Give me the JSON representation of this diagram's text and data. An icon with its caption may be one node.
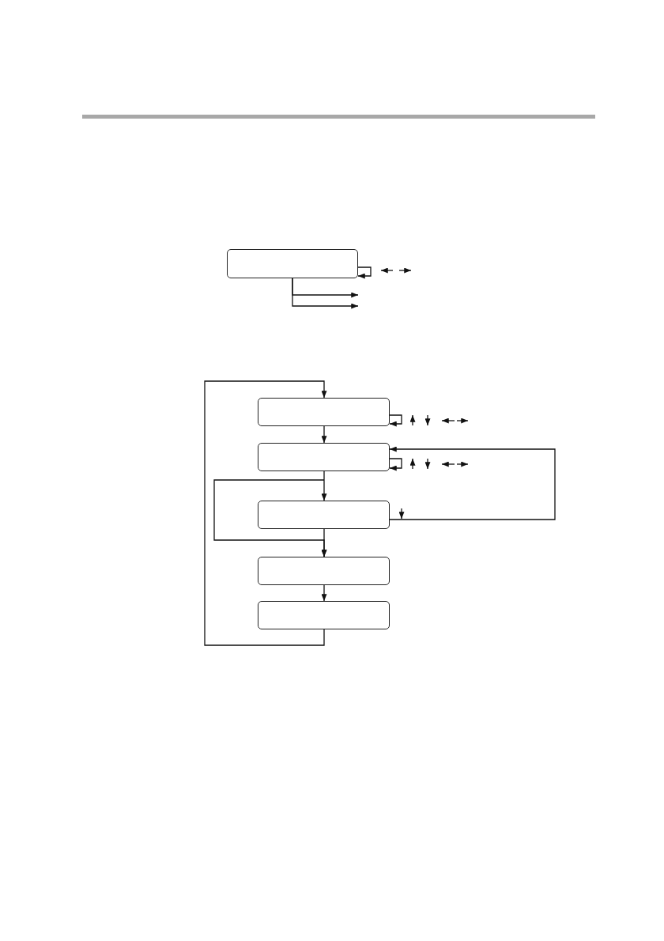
{
  "diagram": {
    "nodes": [
      {
        "text": [],
        "shape": "box"
      },
      {
        "text": [],
        "shape": "box"
      },
      {
        "text": [],
        "shape": "box"
      },
      {
        "text": [],
        "shape": "box"
      },
      {
        "text": [],
        "shape": "box"
      },
      {
        "text": [],
        "shape": "box"
      }
    ],
    "edges": [
      {
        "from": 0,
        "to": 0,
        "arrow": "to"
      },
      {
        "from": 0,
        "to": null,
        "arrow": "to"
      },
      {
        "from": 0,
        "to": null,
        "arrow": "to"
      },
      {
        "from": 1,
        "to": 1,
        "arrow": "to"
      },
      {
        "from": 1,
        "to": 2,
        "arrow": "to"
      },
      {
        "from": 2,
        "to": 2,
        "arrow": "to"
      },
      {
        "from": 2,
        "to": 3,
        "arrow": "to"
      },
      {
        "from": 2,
        "to": 4,
        "arrow": "to"
      },
      {
        "from": 3,
        "to": 2,
        "arrow": "to"
      },
      {
        "from": 3,
        "to": 4,
        "arrow": "to"
      },
      {
        "from": 4,
        "to": 5,
        "arrow": "to"
      },
      {
        "from": 5,
        "to": 1,
        "arrow": "to"
      }
    ]
  }
}
